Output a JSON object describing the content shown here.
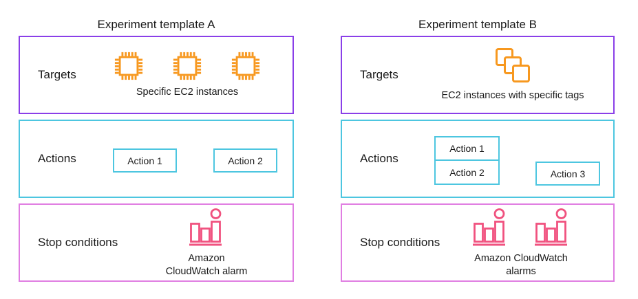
{
  "diagram": {
    "colors": {
      "targets_border": "#8A3FE8",
      "actions_border": "#4DC6E0",
      "stop_conditions_border": "#E07EE2",
      "ec2_icon_orange": "#F7981F",
      "cloudwatch_icon_pink": "#F0527F",
      "text": "#1A1A1A"
    },
    "templates": [
      {
        "title": "Experiment template A",
        "targets": {
          "label": "Targets",
          "caption": "Specific EC2 instances",
          "icons": [
            "ec2-instance-icon",
            "ec2-instance-icon",
            "ec2-instance-icon"
          ]
        },
        "actions": {
          "label": "Actions",
          "items": [
            "Action 1",
            "Action 2"
          ]
        },
        "stop_conditions": {
          "label": "Stop conditions",
          "caption_line1": "Amazon",
          "caption_line2": "CloudWatch alarm",
          "icons": [
            "cloudwatch-alarm-icon"
          ]
        }
      },
      {
        "title": "Experiment template B",
        "targets": {
          "label": "Targets",
          "caption": "EC2 instances with specific tags",
          "icons": [
            "tagged-ec2-instances-icon"
          ]
        },
        "actions": {
          "label": "Actions",
          "items": [
            "Action 1",
            "Action 2",
            "Action 3"
          ]
        },
        "stop_conditions": {
          "label": "Stop conditions",
          "caption_line1": "Amazon CloudWatch",
          "caption_line2": "alarms",
          "icons": [
            "cloudwatch-alarm-icon",
            "cloudwatch-alarm-icon"
          ]
        }
      }
    ]
  }
}
